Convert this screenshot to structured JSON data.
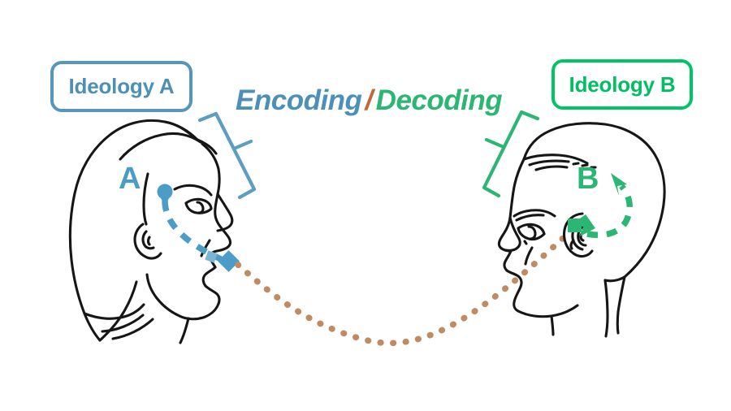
{
  "diagram": {
    "title_parts": {
      "encoding": "Encoding",
      "separator": "/",
      "decoding": "Decoding"
    },
    "labels": {
      "left_box": "Ideology A",
      "right_box": "Ideology B"
    },
    "markers": {
      "left_letter": "A",
      "right_letter": "B"
    },
    "colors": {
      "blue": "#4b90b9",
      "blue_border": "#5596bc",
      "blue_marker": "#4b9cc6",
      "green": "#2bb673",
      "green_border": "#00c466",
      "green_text": "#00bf62",
      "brown": "#b07a52",
      "dotted_path": "#c08a63",
      "ink": "#1a1a1a",
      "background": "#ffffff"
    },
    "icons": {
      "left_head": "woman-head-profile-icon",
      "right_head": "man-head-profile-icon",
      "left_bracket": "blue-bracket-icon",
      "right_bracket": "green-bracket-icon",
      "encoding_path": "blue-dashed-encoding-arrow-icon",
      "transmission_path": "brown-dotted-signal-path-icon",
      "decoding_path": "green-dashed-decoding-arrow-icon",
      "brain_origin": "blue-dot-origin-icon",
      "mouth_emitter": "blue-diamond-mouth-icon",
      "ear_receiver": "green-arrowhead-ear-icon"
    }
  }
}
